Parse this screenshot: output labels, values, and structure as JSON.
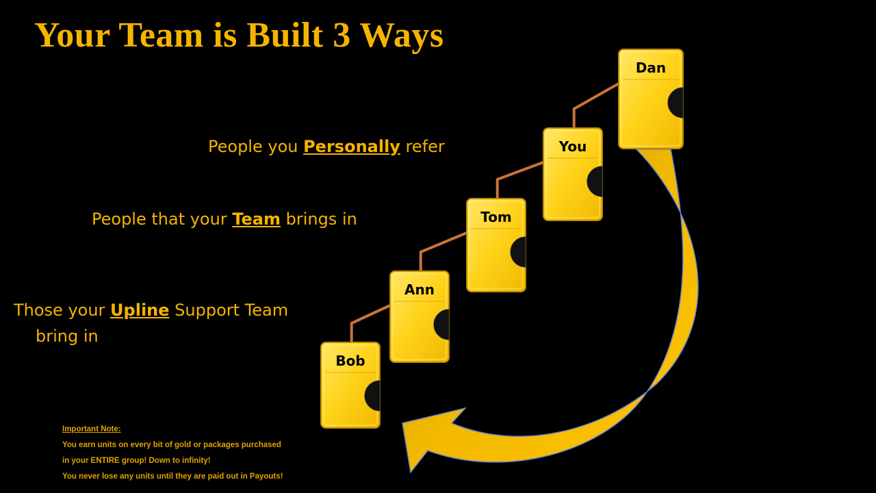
{
  "title": "Your Team is Built 3 Ways",
  "lines": {
    "personal": {
      "pre": "People you ",
      "key": "Personally",
      "post": " refer"
    },
    "team": {
      "pre": "People that your ",
      "key": "Team",
      "post": " brings in"
    },
    "upline": {
      "pre": "Those your ",
      "key": "Upline",
      "post": " Support Team",
      "cont": "bring in"
    }
  },
  "note": {
    "heading": "Important Note:",
    "line1": "You earn units on every bit of gold or packages purchased",
    "line2": "in your ENTIRE group!  Down to infinity!",
    "line3": "You never lose any units until they are paid out in Payouts!"
  },
  "nodes": [
    "Bob",
    "Ann",
    "Tom",
    "You",
    "Dan"
  ],
  "colors": {
    "accent": "#F5B400",
    "card": "#FFD21A",
    "connector": "#C8733A",
    "arrow": "#E8B000"
  }
}
